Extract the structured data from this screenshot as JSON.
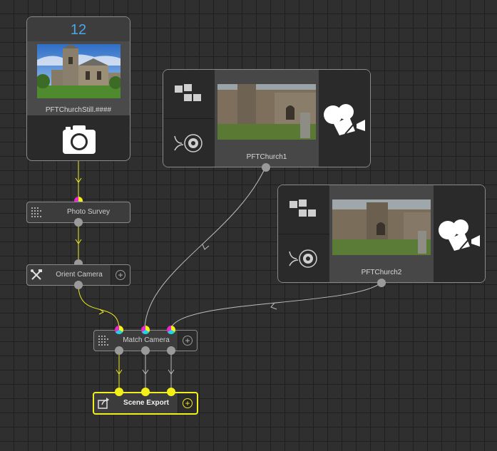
{
  "colors": {
    "background": "#2f2f2f",
    "accent": "#f0ee20",
    "count_blue": "#4aa8e8",
    "wire_grey": "#bdbdbd"
  },
  "clip_node": {
    "frame_count": "12",
    "clip_name": "PFTChurchStill.####",
    "icon": "photo-camera-icon"
  },
  "photo_survey": {
    "label": "Photo Survey",
    "icon": "point-grid-icon"
  },
  "orient_camera": {
    "label": "Orient Camera",
    "icon": "tools-icon",
    "add": "+"
  },
  "match_camera": {
    "label": "Match Camera",
    "icon": "point-grid-icon",
    "add": "+"
  },
  "scene_export": {
    "label": "Scene Export",
    "icon": "export-icon",
    "add": "+"
  },
  "camera_nodes": [
    {
      "name": "PFTChurch1",
      "icons": [
        "tracker-blocks-icon",
        "lens-icon",
        "movie-camera-icon"
      ]
    },
    {
      "name": "PFTChurch2",
      "icons": [
        "tracker-blocks-icon",
        "lens-icon",
        "movie-camera-icon"
      ]
    }
  ]
}
